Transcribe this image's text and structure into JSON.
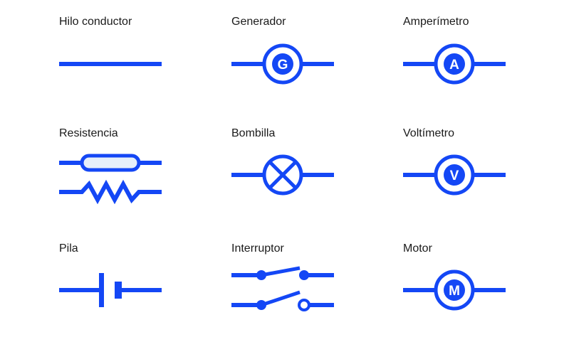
{
  "colors": {
    "symbol": "#1447f5",
    "fill": "#ffffff",
    "resistor_fill": "#e6effa",
    "text": "#1a1a1a"
  },
  "symbols": [
    {
      "label": "Hilo conductor",
      "icon": "wire-icon"
    },
    {
      "label": "Generador",
      "icon": "generator-icon",
      "letter": "G"
    },
    {
      "label": "Amperímetro",
      "icon": "ammeter-icon",
      "letter": "A"
    },
    {
      "label": "Resistencia",
      "icon": "resistor-icon"
    },
    {
      "label": "Bombilla",
      "icon": "lamp-icon"
    },
    {
      "label": "Voltímetro",
      "icon": "voltmeter-icon",
      "letter": "V"
    },
    {
      "label": "Pila",
      "icon": "battery-icon"
    },
    {
      "label": "Interruptor",
      "icon": "switch-icon"
    },
    {
      "label": "Motor",
      "icon": "motor-icon",
      "letter": "M"
    }
  ]
}
